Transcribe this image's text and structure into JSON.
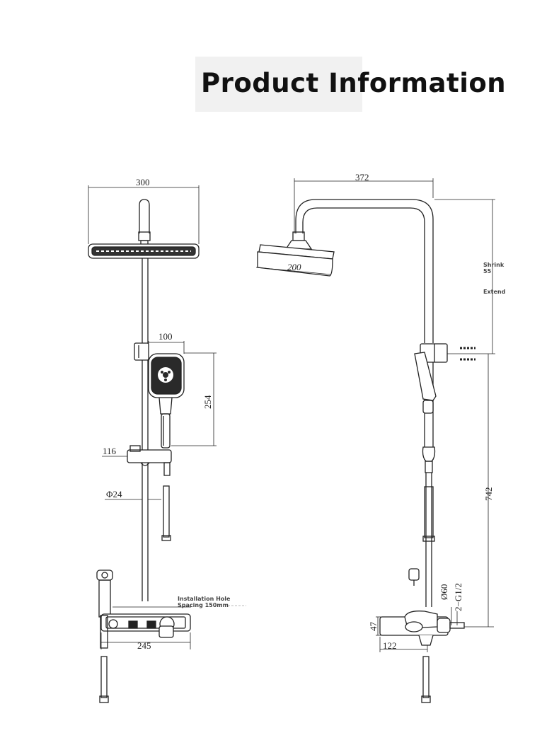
{
  "title": "Product Information",
  "left_view": {
    "head_width": "300",
    "handset_width": "100",
    "handset_length": "254",
    "holder_offset": "116",
    "pipe_diameter": "Φ24",
    "install_note_line1": "Installation Hole",
    "install_note_line2": "Spacing 150mm",
    "valve_width": "245"
  },
  "right_view": {
    "arm_reach": "372",
    "head_diameter": "200",
    "adjust_shrink": "Shrink",
    "adjust_value": "55",
    "adjust_extend": "Extend",
    "rod_length": "742",
    "inlet_diameter": "Ø60",
    "thread": "2−G1/2",
    "valve_height": "47",
    "valve_depth": "122"
  }
}
